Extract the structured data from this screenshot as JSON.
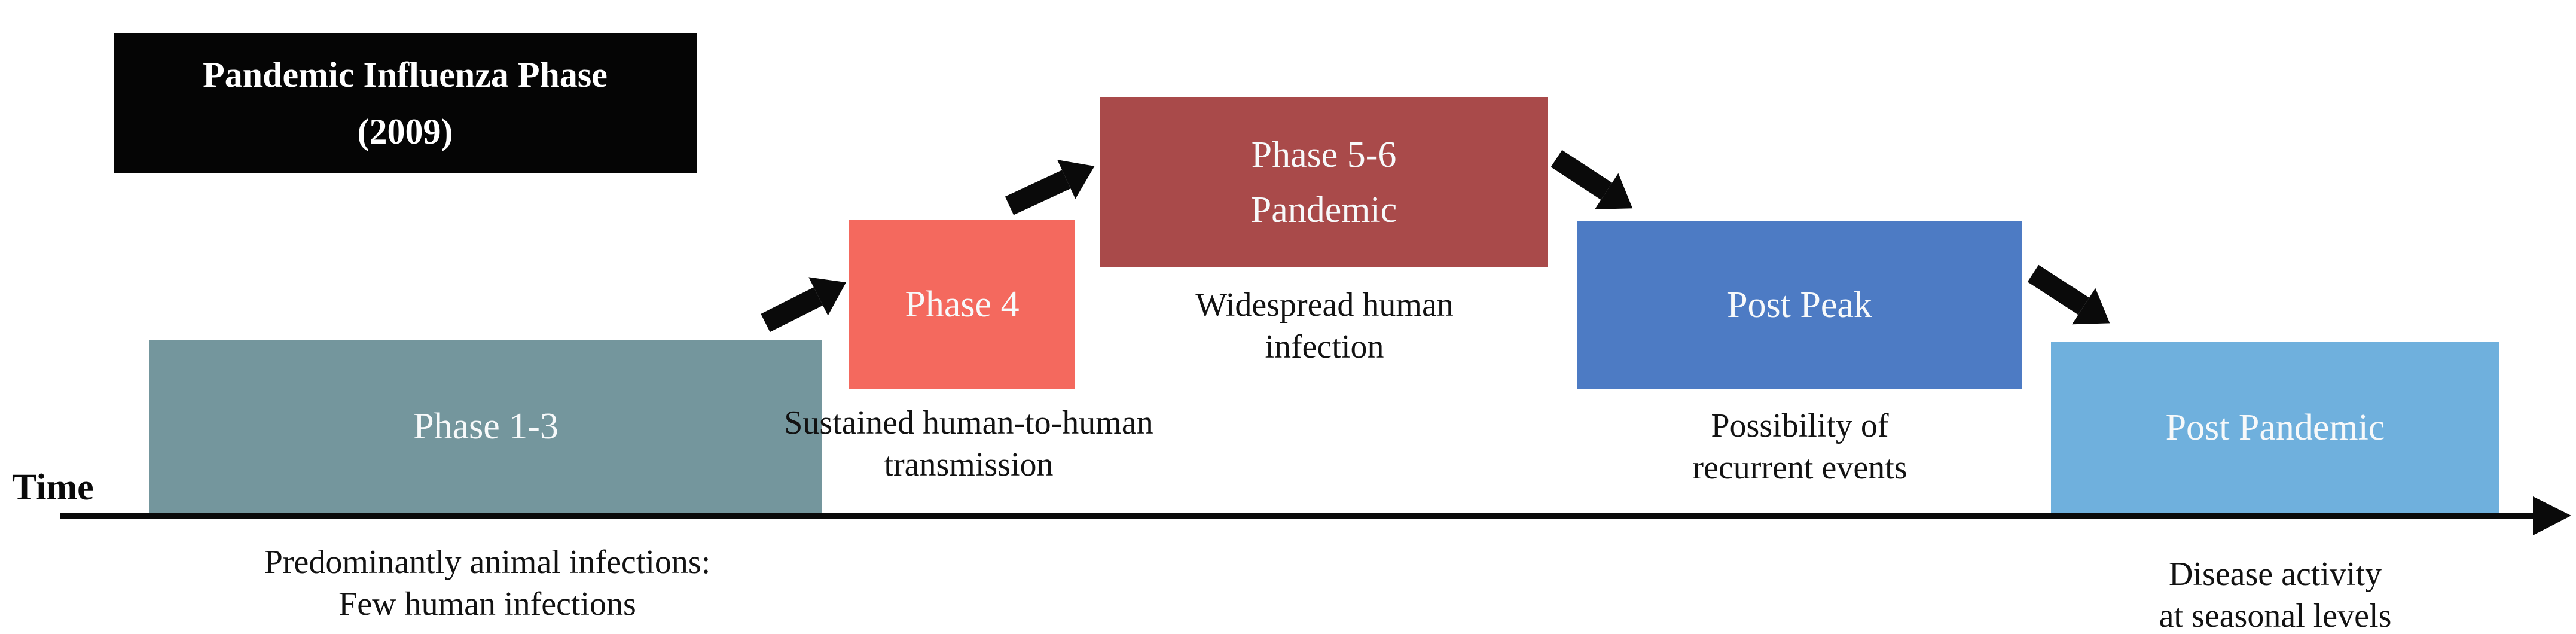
{
  "diagram": {
    "title": {
      "line1": "Pandemic Influenza Phase",
      "line2": "(2009)",
      "bg_color": "#050505",
      "text_color": "#ffffff"
    },
    "time_axis": {
      "label": "Time",
      "color": "#0a0a0a"
    },
    "arrow_color": "#0a0a0a",
    "phases": {
      "phase13": {
        "label": "Phase 1-3",
        "color": "#74969d",
        "caption_line1": "Predominantly animal infections:",
        "caption_line2": "Few human infections"
      },
      "phase4": {
        "label": "Phase 4",
        "color": "#f4695e",
        "caption_line1": "Sustained human-to-human",
        "caption_line2": "transmission"
      },
      "phase56": {
        "label_line1": "Phase 5-6",
        "label_line2": "Pandemic",
        "color": "#a94a4a",
        "caption_line1": "Widespread human",
        "caption_line2": "infection"
      },
      "postpeak": {
        "label": "Post Peak",
        "color": "#4d7bc4",
        "caption_line1": "Possibility of",
        "caption_line2": "recurrent events"
      },
      "postpandemic": {
        "label": "Post Pandemic",
        "color": "#6fb0dd",
        "caption_line1": "Disease activity",
        "caption_line2": "at seasonal levels"
      }
    }
  }
}
